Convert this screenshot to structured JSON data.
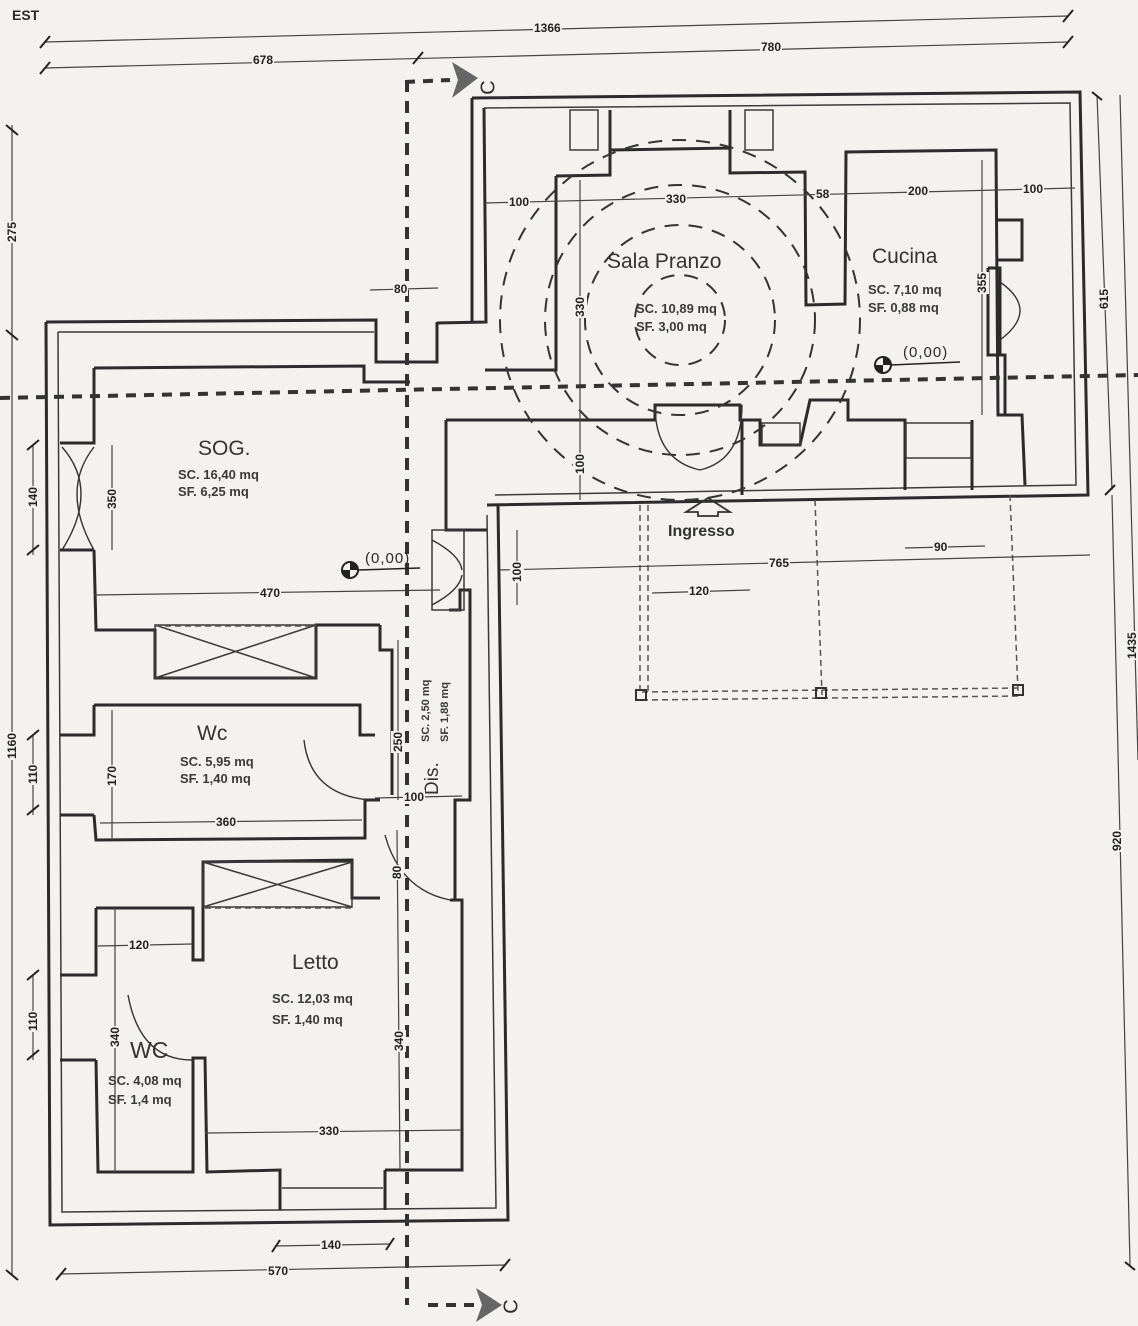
{
  "drawing": {
    "title": "EST",
    "section_marker": "C",
    "entrance_label": "Ingresso",
    "elevation_markers": [
      "(0,00)",
      "(0,00)"
    ]
  },
  "rooms": [
    {
      "name": "Sala Pranzo",
      "sc": "SC. 10,89 mq",
      "sf": "SF.   3,00 mq"
    },
    {
      "name": "Cucina",
      "sc": "SC. 7,10 mq",
      "sf": "SF. 0,88 mq"
    },
    {
      "name": "SOG.",
      "sc": "SC. 16,40 mq",
      "sf": "SF.  6,25 mq"
    },
    {
      "name": "Wc",
      "sc": "SC. 5,95 mq",
      "sf": "SF.   1,40 mq"
    },
    {
      "name": "Letto",
      "sc": "SC. 12,03 mq",
      "sf": "SF.   1,40 mq"
    },
    {
      "name": "WC",
      "sc": "SC. 4,08 mq",
      "sf": "SF. 1,4 mq"
    },
    {
      "name": "Dis.",
      "sc": "SC. 2,50 mq",
      "sf": "SF. 1,88 mq"
    }
  ],
  "dimensions": {
    "top_total": "1366",
    "top_left": "678",
    "top_right": "780",
    "sala_left": "100",
    "sala_width": "330",
    "sala_pier": "58",
    "cucina_width": "200",
    "cucina_right": "100",
    "sala_height": "330",
    "cucina_height": "355",
    "passage": "80",
    "lower_passage": "100",
    "right_upper": "615",
    "right_total": "1435",
    "right_lower": "920",
    "left_upper": "275",
    "left_total": "1160",
    "left_window_1": "140",
    "left_window_2": "110",
    "left_window_3": "110",
    "sog_height": "350",
    "sog_width": "470",
    "entry_door": "100",
    "portico_width": "765",
    "portico_bay": "120",
    "portico_pier": "90",
    "wc_height": "170",
    "wc_width": "360",
    "dis_height": "250",
    "dis_width": "100",
    "letto_door": "80",
    "letto_height": "340",
    "wc2_width": "120",
    "wc2_height": "340",
    "letto_width": "330",
    "bottom_window": "140",
    "bottom_total": "570"
  }
}
